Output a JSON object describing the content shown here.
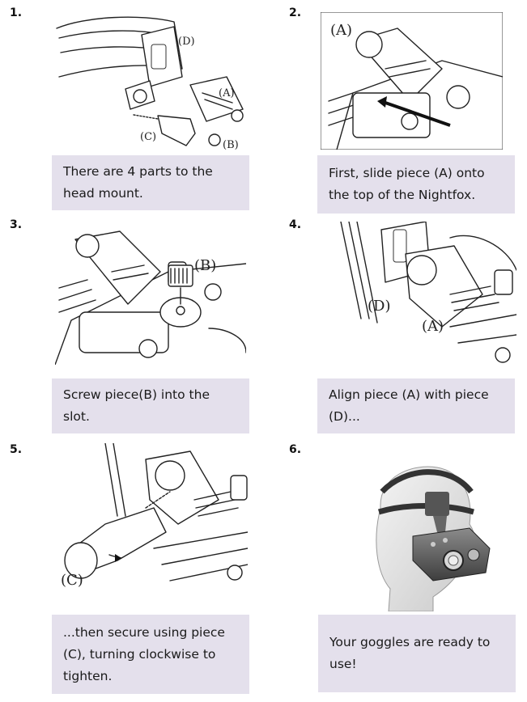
{
  "steps": [
    {
      "number": "1.",
      "caption": "There are 4 parts to the\nhead mount.",
      "labels": [
        "(D)",
        "(A)",
        "(C)",
        "(B)"
      ]
    },
    {
      "number": "2.",
      "caption": "First, slide piece (A) onto\nthe top of the Nightfox.",
      "labels": [
        "(A)"
      ]
    },
    {
      "number": "3.",
      "caption": "Screw piece(B) into the\nslot.",
      "labels": [
        "(B)"
      ]
    },
    {
      "number": "4.",
      "caption": "Align piece (A) with piece\n(D)...",
      "labels": [
        "(D)",
        "(A)"
      ]
    },
    {
      "number": "5.",
      "caption": "...then secure using piece\n(C), turning clockwise to\ntighten.",
      "labels": [
        "(C)"
      ]
    },
    {
      "number": "6.",
      "caption": "Your goggles are ready to\nuse!",
      "labels": []
    }
  ],
  "colors": {
    "caption_bg": "#e4e0ec",
    "line": "#222222"
  }
}
